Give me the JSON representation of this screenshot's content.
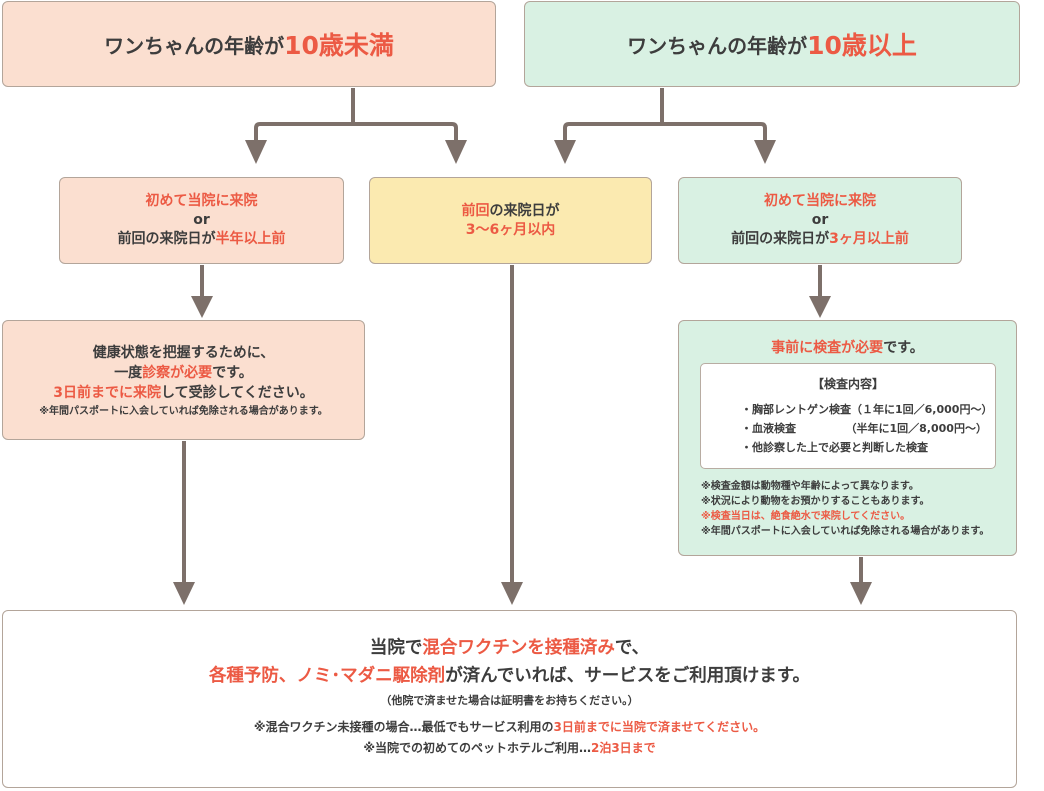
{
  "header_left": {
    "prefix": "ワンちゃんの年齢が",
    "highlight": "10歳未満"
  },
  "header_right": {
    "prefix": "ワンちゃんの年齢が",
    "highlight": "10歳以上"
  },
  "cond_left": {
    "line1_highlight": "初めて当院に来院",
    "line2": "or",
    "line3_prefix": "前回の来院日が",
    "line3_highlight": "半年以上前"
  },
  "cond_mid": {
    "line1_highlight_a": "前回",
    "line1_suffix": "の来院日が",
    "line2_highlight": "3〜6ヶ月以内"
  },
  "cond_right": {
    "line1_highlight": "初めて当院に来院",
    "line2": "or",
    "line3_prefix": "前回の来院日が",
    "line3_highlight": "3ヶ月以上前"
  },
  "detail_left": {
    "line1": "健康状態を把握するために、",
    "line2_prefix": "一度",
    "line2_highlight": "診察が必要",
    "line2_suffix": "です。",
    "line3_highlight": "3日前までに来院",
    "line3_suffix": "して受診してください。",
    "note": "※年間パスポートに入会していれば免除される場合があります。"
  },
  "detail_right": {
    "title_highlight": "事前に検査が必要",
    "title_suffix": "です。",
    "inspect_title": "【検査内容】",
    "inspect_items": [
      "・胸部レントゲン検査（１年に1回／6,000円〜）",
      "・血液検査　　　　　（半年に1回／8,000円〜）",
      "・他診察した上で必要と判断した検査"
    ],
    "notes": [
      "※検査金額は動物種や年齢によって異なります。",
      "※状況により動物をお預かりすることもあります。",
      "※検査当日は、絶食絶水で来院してください。",
      "※年間パスポートに入会していれば免除される場合があります。"
    ]
  },
  "bottom": {
    "line1_prefix": "当院で",
    "line1_highlight": "混合ワクチンを接種済み",
    "line1_suffix": "で、",
    "line2_highlight": "各種予防、ノミ･マダニ駆除剤",
    "line2_suffix": "が済んでいれば、サービスをご利用頂けます。",
    "line3": "（他院で済ませた場合は証明書をお持ちください。）",
    "line4_prefix": "※混合ワクチン未接種の場合…最低でもサービス利用の",
    "line4_highlight": "3日前までに当院で済ませてください。",
    "line5_prefix": "※当院での初めてのペットホテルご利用…",
    "line5_highlight": "2泊3日まで"
  },
  "colors": {
    "accent_red": "#ec5a44",
    "peach": "#fbdfd0",
    "mint": "#d9f1e3",
    "cream": "#fbeab0",
    "arrow": "#7d706a"
  }
}
